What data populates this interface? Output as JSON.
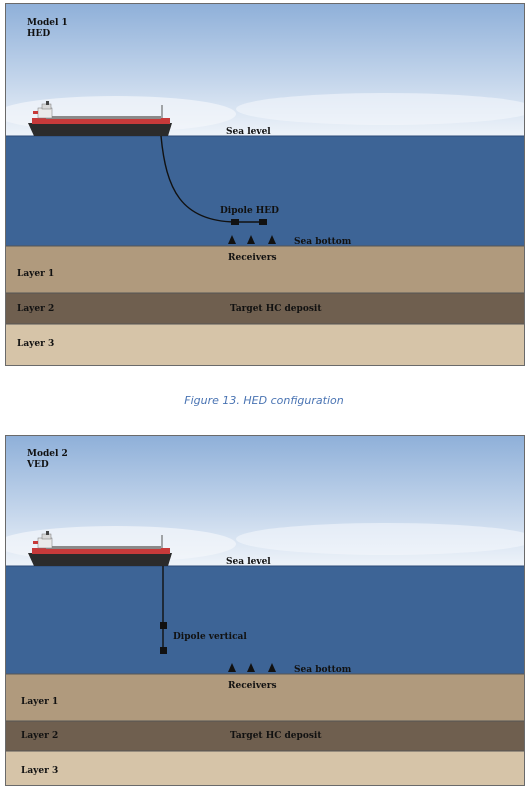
{
  "colors": {
    "sky_top": "#8fb0d9",
    "sky_bottom": "#e6eef7",
    "sea": "#3d6496",
    "layer1": "#b09a7d",
    "layer2": "#6f5f4f",
    "layer3": "#d6c4a8"
  },
  "figure1": {
    "model": "Model 1",
    "type": "HED",
    "sea_level": "Sea level",
    "dipole": "Dipole  HED",
    "sea_bottom": "Sea bottom",
    "receivers": "Receivers",
    "layer1": "Layer 1",
    "layer2": "Layer 2",
    "target": "Target HC deposit",
    "layer3": "Layer 3",
    "caption": "Figure 13. HED configuration"
  },
  "figure2": {
    "model": "Model 2",
    "type": "VED",
    "sea_level": "Sea level",
    "dipole": "Dipole vertical",
    "sea_bottom": "Sea bottom",
    "receivers": "Receivers",
    "layer1": "Layer 1",
    "layer2": "Layer 2",
    "target": "Target HC deposit",
    "layer3": "Layer 3"
  }
}
